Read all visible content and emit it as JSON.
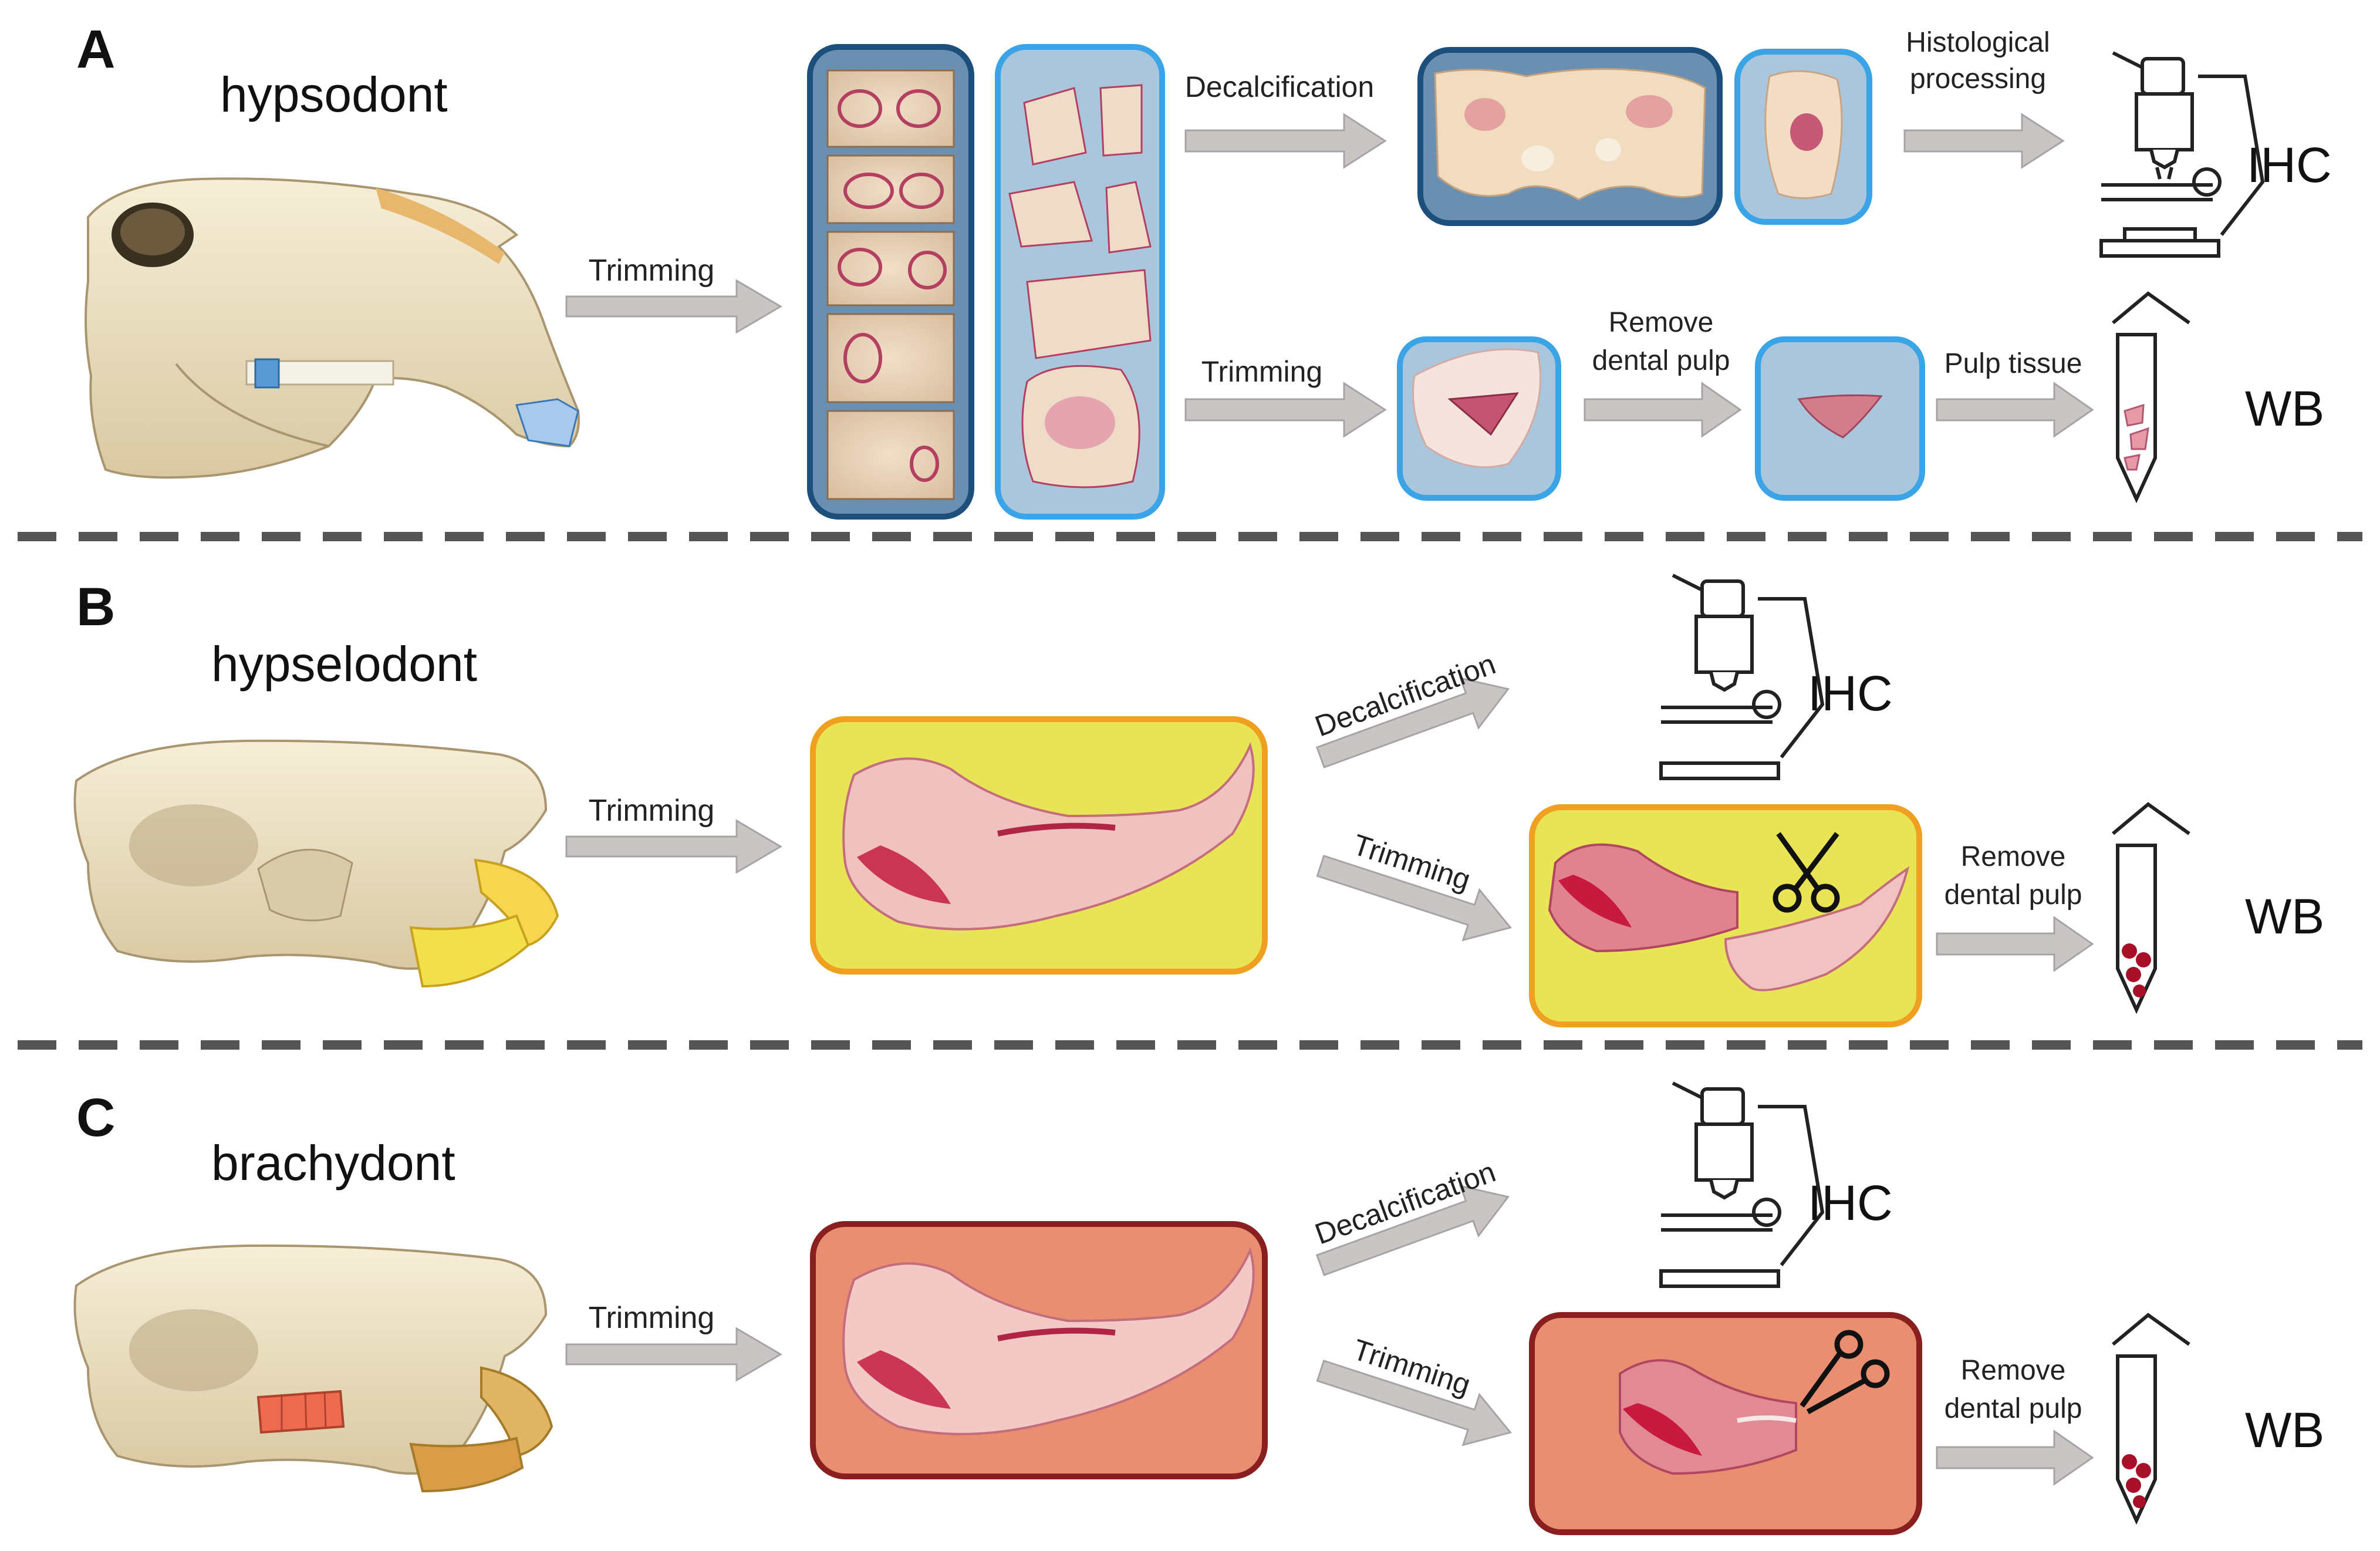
{
  "panels": {
    "a": {
      "letter": "A",
      "tooth_type": "hypsodont",
      "steps": {
        "trimming_1": "Trimming",
        "decalcification": "Decalcification",
        "histological_line1": "Histological",
        "histological_line2": "processing",
        "trimming_2": "Trimming",
        "remove_pulp_line1": "Remove",
        "remove_pulp_line2": "dental pulp",
        "pulp_tissue": "Pulp tissue"
      },
      "outputs": {
        "ihc": "IHC",
        "wb": "WB"
      }
    },
    "b": {
      "letter": "B",
      "tooth_type": "hypselodont",
      "steps": {
        "trimming_1": "Trimming",
        "decalcification": "Decalcification",
        "trimming_2": "Trimming",
        "remove_pulp_line1": "Remove",
        "remove_pulp_line2": "dental pulp"
      },
      "outputs": {
        "ihc": "IHC",
        "wb": "WB"
      }
    },
    "c": {
      "letter": "C",
      "tooth_type": "brachydont",
      "steps": {
        "trimming_1": "Trimming",
        "decalcification": "Decalcification",
        "trimming_2": "Trimming",
        "remove_pulp_line1": "Remove",
        "remove_pulp_line2": "dental pulp"
      },
      "outputs": {
        "ihc": "IHC",
        "wb": "WB"
      }
    }
  },
  "colors": {
    "arrow": "#c9c5c5",
    "arrow_stroke": "#a8a4a4",
    "dark_blue_box": "#6b8fb0",
    "dark_blue_border": "#1d4f7c",
    "light_blue_box": "#a9c6dd",
    "light_blue_border": "#3aa4e6",
    "yellow_box": "#e9e356",
    "yellow_border": "#f0a020",
    "salmon_box": "#ea8e72",
    "salmon_border": "#8a1f1f",
    "separator": "#555555",
    "skull": "#efe4c8",
    "tooth_highlight_blue": "#5b9bd5",
    "tooth_highlight_yellow": "#f5e030",
    "tooth_highlight_red": "#ef6b4f",
    "tissue": "#d95f7a",
    "pellet": "#a8102a"
  }
}
